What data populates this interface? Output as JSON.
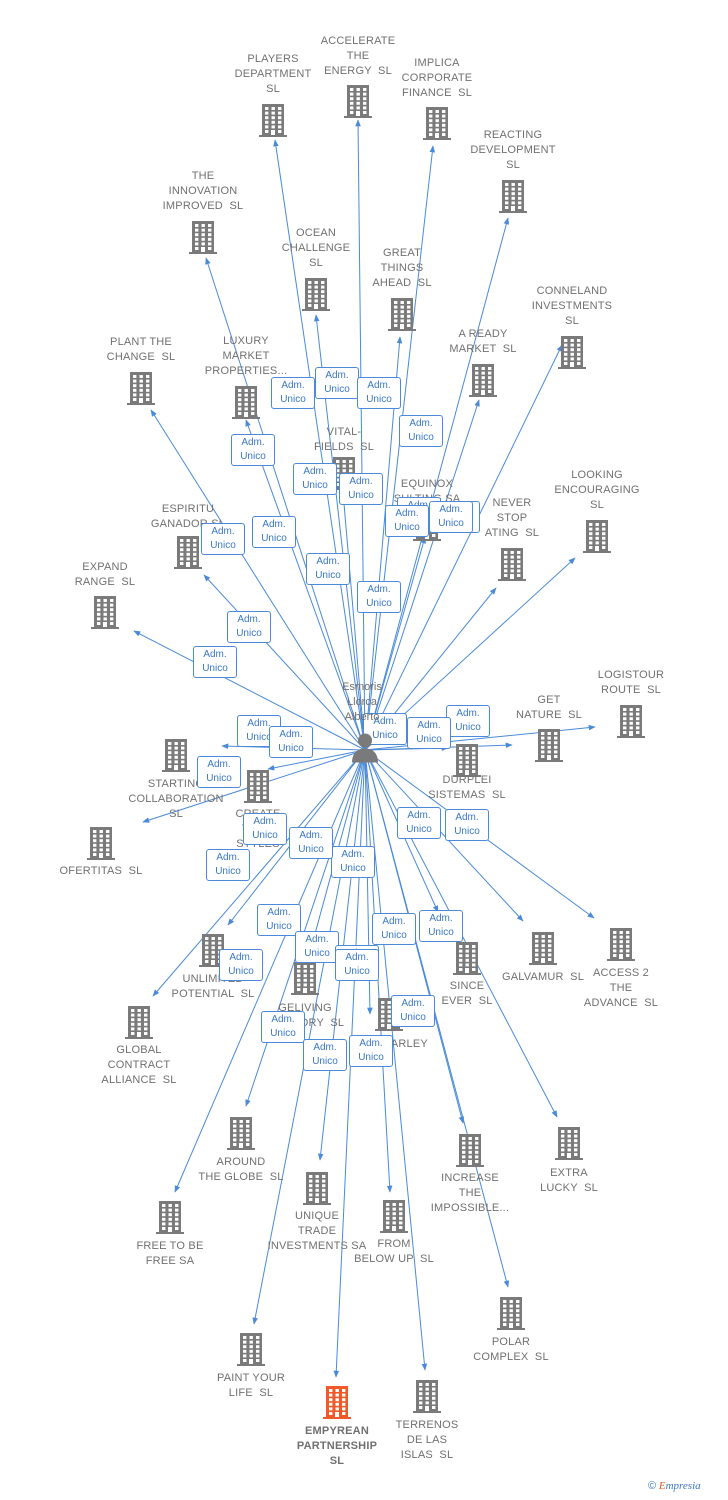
{
  "center": {
    "label": "Esmoris\nLlorca\nAlberto",
    "icon": "person-icon"
  },
  "badge_text": "Adm.\nUnico",
  "colors": {
    "edge": "#4a8ad8",
    "building": "#7a7a7a",
    "highlight": "#f05a28",
    "text": "#707070"
  },
  "companies": [
    {
      "label": "PLAYERS\nDEPARTMENT\nSL"
    },
    {
      "label": "ACCELERATE\nTHE\nENERGY  SL"
    },
    {
      "label": "IMPLICA\nCORPORATE\nFINANCE  SL"
    },
    {
      "label": "REACTING\nDEVELOPMENT\nSL"
    },
    {
      "label": "THE\nINNOVATION\nIMPROVED  SL"
    },
    {
      "label": "OCEAN\nCHALLENGE\nSL"
    },
    {
      "label": "GREAT\nTHINGS\nAHEAD  SL"
    },
    {
      "label": "CONNELAND\nINVESTMENTS\nSL"
    },
    {
      "label": "PLANT THE\nCHANGE  SL"
    },
    {
      "label": "LUXURY\nMARKET\nPROPERTIES..."
    },
    {
      "label": "A READY\nMARKET  SL"
    },
    {
      "label": "VITAL-\nFIELDS  SL"
    },
    {
      "label": "EQUINOX\nSULTING SA"
    },
    {
      "label": "LOOKING\nENCOURAGING\nSL"
    },
    {
      "label": "ESPIRITU\nGANADOR SL"
    },
    {
      "label": "NEVER\nSTOP\nATING  SL"
    },
    {
      "label": "EXPAND\nRANGE  SL"
    },
    {
      "label": "LOGISTOUR\nROUTE  SL"
    },
    {
      "label": "GET\nNATURE  SL"
    },
    {
      "label": "STARTING\nCOLLABORATION\nSL"
    },
    {
      "label": "DURPLEI\nSISTEMAS  SL"
    },
    {
      "label": "CREATE\nYOUR\nSTYLES"
    },
    {
      "label": "OFERTITAS  SL"
    },
    {
      "label": "UNLIMITED\nPOTENTIAL  SL"
    },
    {
      "label": "GALVAMUR  SL"
    },
    {
      "label": "ACCESS 2\nTHE\nADVANCE  SL"
    },
    {
      "label": "SINCE\nEVER  SL"
    },
    {
      "label": "GELIVING\nADVISORY  SL"
    },
    {
      "label": "GLOBAL\nCONTRACT\nALLIANCE  SL"
    },
    {
      "label": "CORNBARLEY"
    },
    {
      "label": "AROUND\nTHE GLOBE  SL"
    },
    {
      "label": "EXTRA\nLUCKY  SL"
    },
    {
      "label": "INCREASE\nTHE\nIMPOSSIBLE..."
    },
    {
      "label": "UNIQUE\nTRADE\nINVESTMENTS SA"
    },
    {
      "label": "FROM\nBELOW UP  SL"
    },
    {
      "label": "FREE TO BE\nFREE SA"
    },
    {
      "label": "POLAR\nCOMPLEX  SL"
    },
    {
      "label": "PAINT YOUR\nLIFE  SL"
    },
    {
      "label": "EMPYREAN\nPARTNERSHIP\nSL",
      "highlight": true
    },
    {
      "label": "TERRENOS\nDE LAS\nISLAS  SL"
    }
  ],
  "footer": {
    "copyright": "©",
    "brand_e": "E",
    "brand_rest": "mpresia"
  }
}
